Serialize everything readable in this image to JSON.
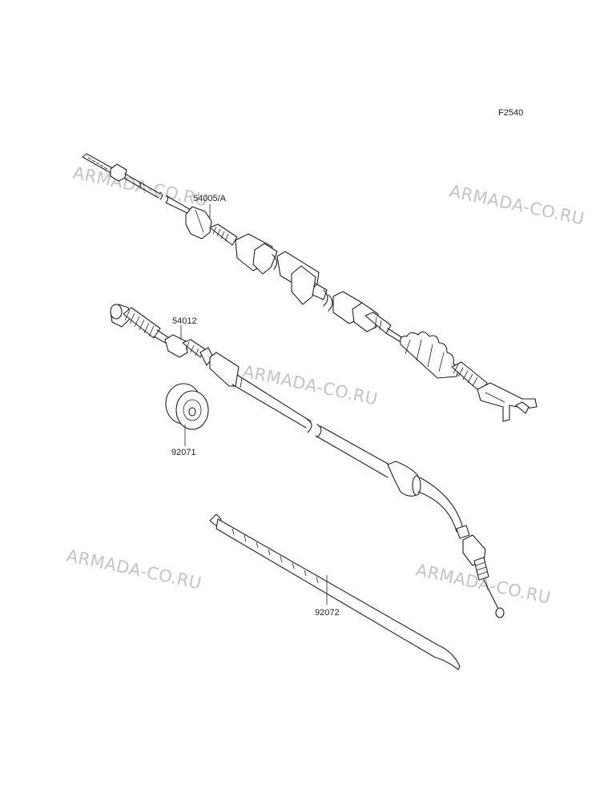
{
  "figure_code": "F2540",
  "watermark_text": "ARMADA-CO.RU",
  "parts": [
    {
      "id": "upper-cable",
      "label": "54005/A"
    },
    {
      "id": "lower-cable",
      "label": "54012"
    },
    {
      "id": "grommet",
      "label": "92071"
    },
    {
      "id": "cable-tie",
      "label": "92072"
    }
  ]
}
